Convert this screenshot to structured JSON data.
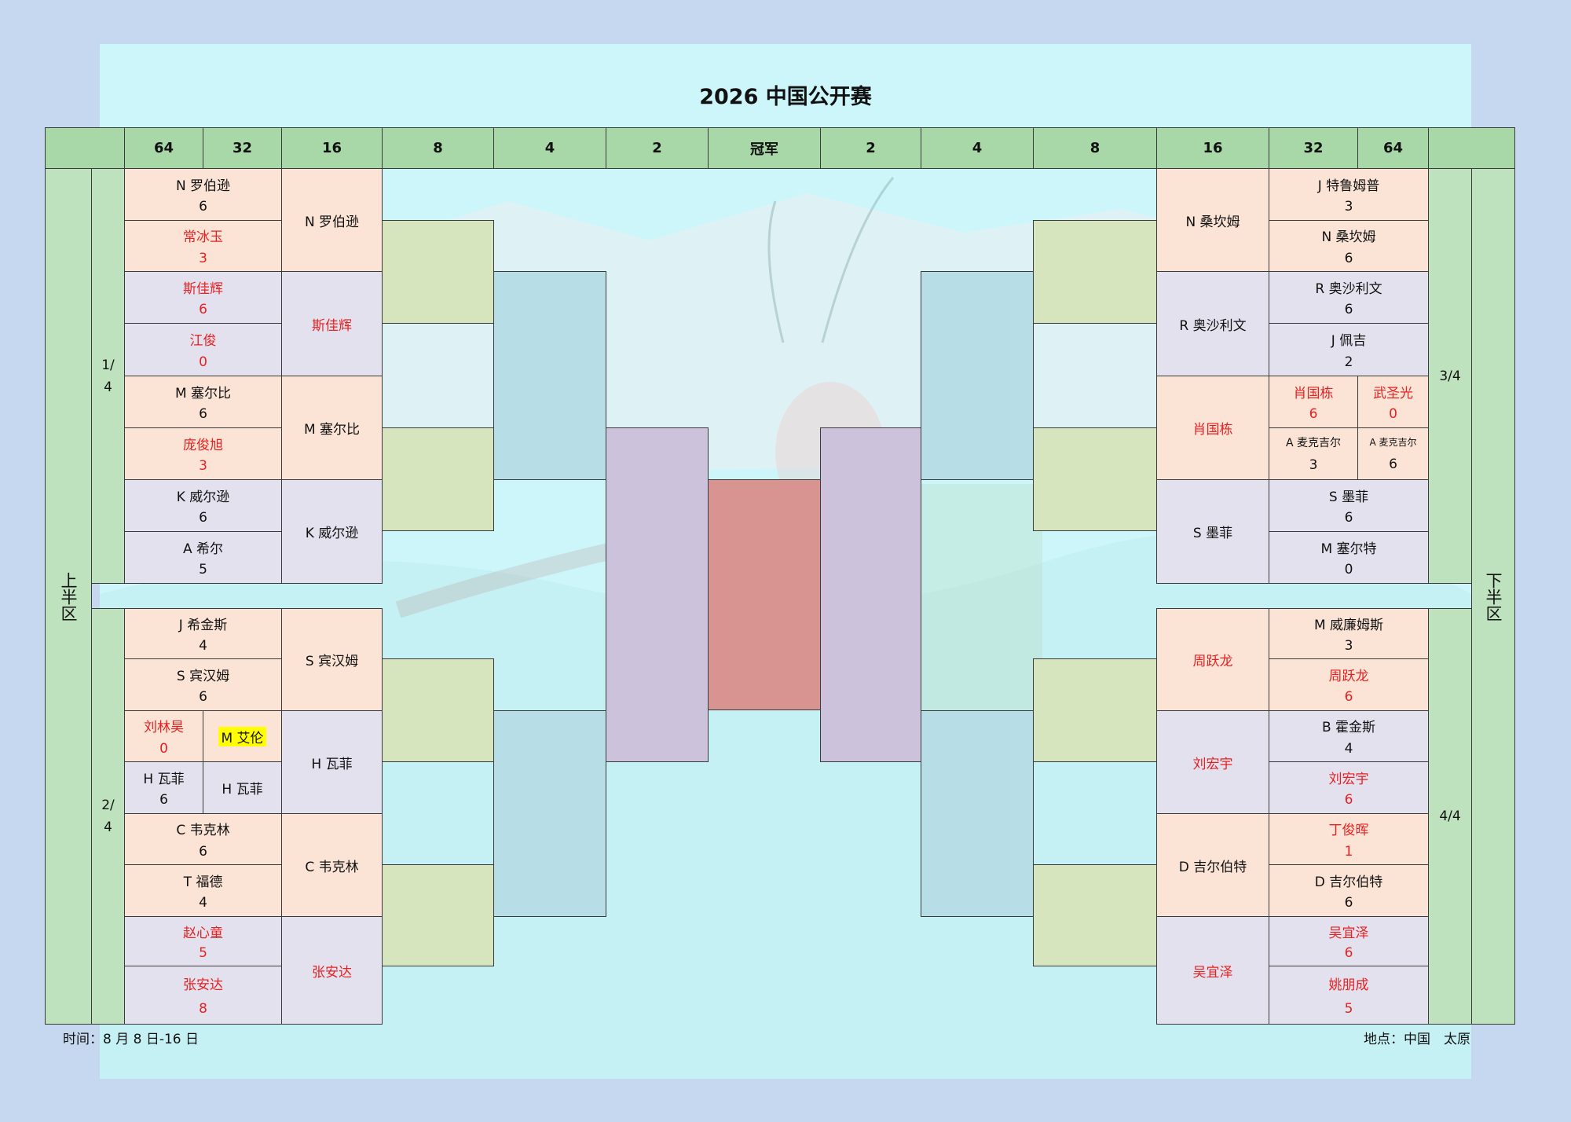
{
  "title": "2026 中国公开赛",
  "header": {
    "left": [
      "64",
      "32",
      "16",
      "8",
      "4",
      "2"
    ],
    "center": "冠军",
    "right": [
      "2",
      "4",
      "8",
      "16",
      "32",
      "64"
    ]
  },
  "halves": {
    "top": "上半区",
    "bottom": "下半区"
  },
  "quarters": [
    "1/4",
    "2/4",
    "3/4",
    "4/4"
  ],
  "left_r64": [
    {
      "name": "N 罗伯逊",
      "score": "6"
    },
    {
      "name": "常冰玉",
      "score": "3"
    },
    {
      "name": "斯佳辉",
      "score": "6"
    },
    {
      "name": "江俊",
      "score": "0"
    },
    {
      "name": "M 塞尔比",
      "score": "6"
    },
    {
      "name": "庞俊旭",
      "score": "3"
    },
    {
      "name": "K 威尔逊",
      "score": "6"
    },
    {
      "name": "A 希尔",
      "score": "5"
    },
    {
      "name": "J 希金斯",
      "score": "4"
    },
    {
      "name": "S 宾汉姆",
      "score": "6"
    },
    {
      "name": "C 韦克林",
      "score": "6"
    },
    {
      "name": "T 福德",
      "score": "4"
    },
    {
      "name": "赵心童",
      "score": "5"
    },
    {
      "name": "张安达",
      "score": "8"
    }
  ],
  "left_split": {
    "a": {
      "name": "刘林昊",
      "score": "0"
    },
    "b": {
      "name": "M 艾伦",
      "score": ""
    },
    "c": {
      "name": "H 瓦菲",
      "score": "6"
    },
    "d": {
      "name": "H 瓦菲",
      "score": ""
    }
  },
  "left_r16": [
    "N 罗伯逊",
    "斯佳辉",
    "M 塞尔比",
    "K 威尔逊",
    "S 宾汉姆",
    "H 瓦菲",
    "C 韦克林",
    "张安达"
  ],
  "right_r64": [
    {
      "name": "J 特鲁姆普",
      "score": "3"
    },
    {
      "name": "N 桑坎姆",
      "score": "6"
    },
    {
      "name": "R 奥沙利文",
      "score": "6"
    },
    {
      "name": "J 佩吉",
      "score": "2"
    },
    {
      "name": "S 墨菲",
      "score": "6"
    },
    {
      "name": "M 塞尔特",
      "score": "0"
    },
    {
      "name": "M 威廉姆斯",
      "score": "3"
    },
    {
      "name": "周跃龙",
      "score": "6"
    },
    {
      "name": "B 霍金斯",
      "score": "4"
    },
    {
      "name": "刘宏宇",
      "score": "6"
    },
    {
      "name": "丁俊晖",
      "score": "1"
    },
    {
      "name": "D 吉尔伯特",
      "score": "6"
    },
    {
      "name": "吴宜泽",
      "score": "6"
    },
    {
      "name": "姚朋成",
      "score": "5"
    }
  ],
  "right_split": {
    "a": {
      "name": "肖国栋",
      "score": "6"
    },
    "b": {
      "name": "武圣光",
      "score": "0"
    },
    "c": {
      "name": "A 麦克吉尔",
      "score": "3"
    },
    "d": {
      "name": "A 麦克吉尔",
      "score": "6"
    }
  },
  "right_r16": [
    "N 桑坎姆",
    "R 奥沙利文",
    "肖国栋",
    "S 墨菲",
    "周跃龙",
    "刘宏宇",
    "D 吉尔伯特",
    "吴宜泽"
  ],
  "footer": {
    "time": "时间：8 月 8 日-16 日",
    "place": "地点：中国　太原"
  },
  "colors": {
    "header": "#a8d8a8",
    "peach": "#fbe4d6",
    "lavender": "#e3e1ee",
    "sage": "#d6e5be",
    "blue": "#b7dde7",
    "purple": "#cdc2dc",
    "champion": "#d89491",
    "red_text": "#e52222"
  }
}
